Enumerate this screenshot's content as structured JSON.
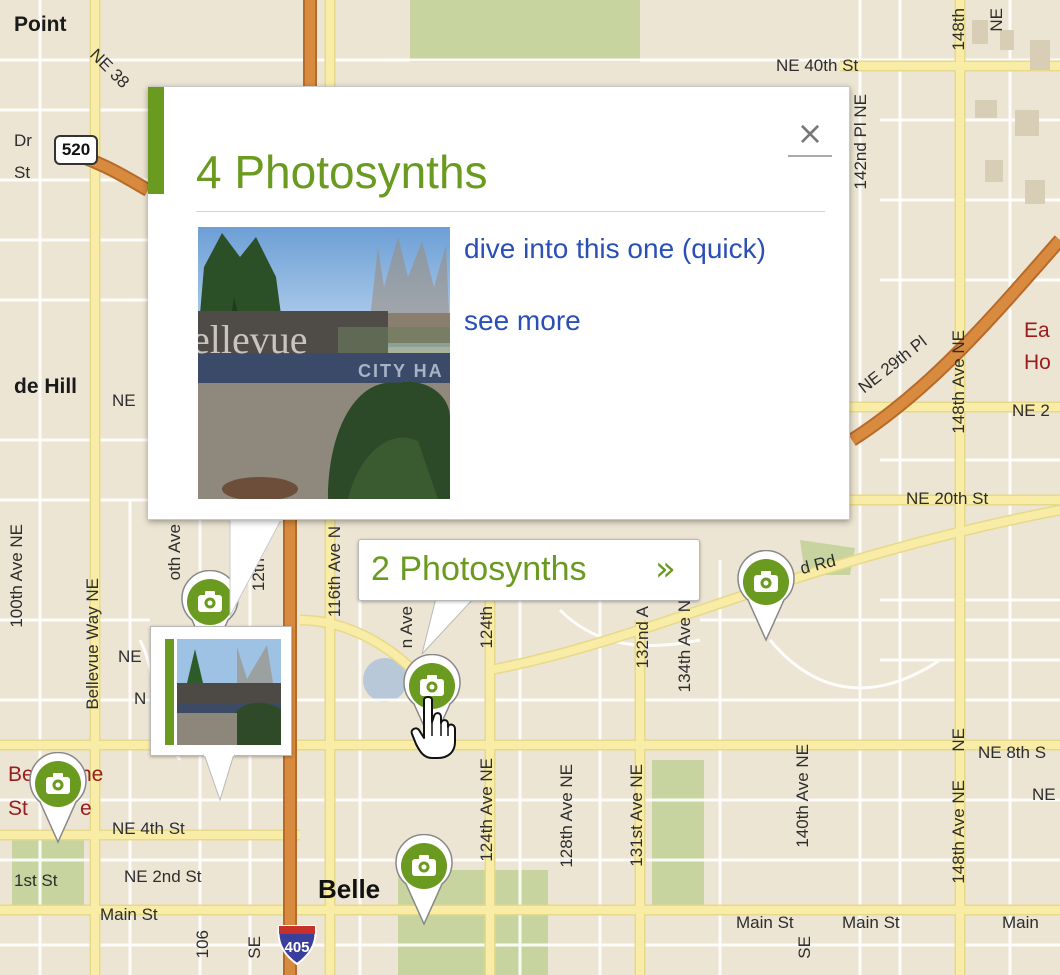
{
  "map": {
    "place_labels": [
      {
        "id": "point",
        "text": "Point"
      },
      {
        "id": "de-hill",
        "text": "de Hill"
      },
      {
        "id": "bellevue",
        "text": "Belle"
      },
      {
        "id": "ea",
        "text": "Ea"
      },
      {
        "id": "ho",
        "text": "Ho"
      },
      {
        "id": "be",
        "text": "Be"
      },
      {
        "id": "ne-a",
        "text": "ne"
      },
      {
        "id": "st",
        "text": "St"
      },
      {
        "id": "e",
        "text": "e"
      }
    ],
    "street_labels": [
      {
        "id": "ne-38",
        "text": "NE 38"
      },
      {
        "id": "dr",
        "text": "Dr"
      },
      {
        "id": "st-left",
        "text": "St"
      },
      {
        "id": "ne-40th",
        "text": "NE 40th St"
      },
      {
        "id": "148th-top",
        "text": "148th"
      },
      {
        "id": "ne-top-right",
        "text": "NE"
      },
      {
        "id": "142nd-pl",
        "text": "142nd Pl NE"
      },
      {
        "id": "ne-29th-pl",
        "text": "NE 29th Pl"
      },
      {
        "id": "148th-ave-mid",
        "text": "148th Ave NE"
      },
      {
        "id": "ne-2",
        "text": "NE 2"
      },
      {
        "id": "ne-20th",
        "text": "NE 20th St"
      },
      {
        "id": "ne-mid-left",
        "text": "NE"
      },
      {
        "id": "100th",
        "text": "100th Ave NE"
      },
      {
        "id": "bellevue-way",
        "text": "Bellevue Way NE"
      },
      {
        "id": "oth-ave",
        "text": "oth Ave"
      },
      {
        "id": "12th",
        "text": "12th"
      },
      {
        "id": "116th",
        "text": "116th Ave N"
      },
      {
        "id": "n-ave",
        "text": "n Ave"
      },
      {
        "id": "124th-upper",
        "text": "124th"
      },
      {
        "id": "132nd",
        "text": "132nd A"
      },
      {
        "id": "134th",
        "text": "134th Ave N"
      },
      {
        "id": "d-rd",
        "text": "d Rd"
      },
      {
        "id": "ne-left",
        "text": "NE"
      },
      {
        "id": "n-left",
        "text": "N"
      },
      {
        "id": "ne-8th",
        "text": "NE 8th S"
      },
      {
        "id": "ne-right",
        "text": "NE"
      },
      {
        "id": "ne-4th",
        "text": "NE 4th St"
      },
      {
        "id": "1st-st",
        "text": "1st St"
      },
      {
        "id": "ne-2nd",
        "text": "NE 2nd St"
      },
      {
        "id": "main-st-left",
        "text": "Main St"
      },
      {
        "id": "124th-lower",
        "text": "124th Ave NE"
      },
      {
        "id": "128th",
        "text": "128th Ave NE"
      },
      {
        "id": "131st",
        "text": "131st Ave NE"
      },
      {
        "id": "140th",
        "text": "140th Ave NE"
      },
      {
        "id": "148th-lower",
        "text": "148th Ave NE"
      },
      {
        "id": "main-st-1",
        "text": "Main St"
      },
      {
        "id": "main-st-2",
        "text": "Main St"
      },
      {
        "id": "main-st-3",
        "text": "Main"
      },
      {
        "id": "106",
        "text": "106"
      },
      {
        "id": "se-1",
        "text": "SE"
      },
      {
        "id": "se-2",
        "text": "SE"
      }
    ],
    "shields": [
      {
        "id": "sr-520",
        "text": "520"
      },
      {
        "id": "i-405",
        "text": "405"
      }
    ]
  },
  "popup": {
    "title": "4 Photosynths",
    "close_label": "×",
    "links": {
      "dive": "dive into this one (quick)",
      "see_more": "see more"
    },
    "photo_sign_text": "ellevue",
    "photo_sub_text": "CITY HA"
  },
  "cluster_tooltip": {
    "label": "2 Photosynths",
    "chevron": "»"
  },
  "colors": {
    "accent": "#6a9a1f",
    "link": "#2a4fb5",
    "highway": "#d88a3e",
    "arterial": "#f8eca6",
    "park": "#c8d4a0",
    "map_bg": "#ede5d3"
  },
  "icons": {
    "pin": "camera-pin-icon",
    "close": "close-icon",
    "cursor": "hand-cursor-icon"
  }
}
